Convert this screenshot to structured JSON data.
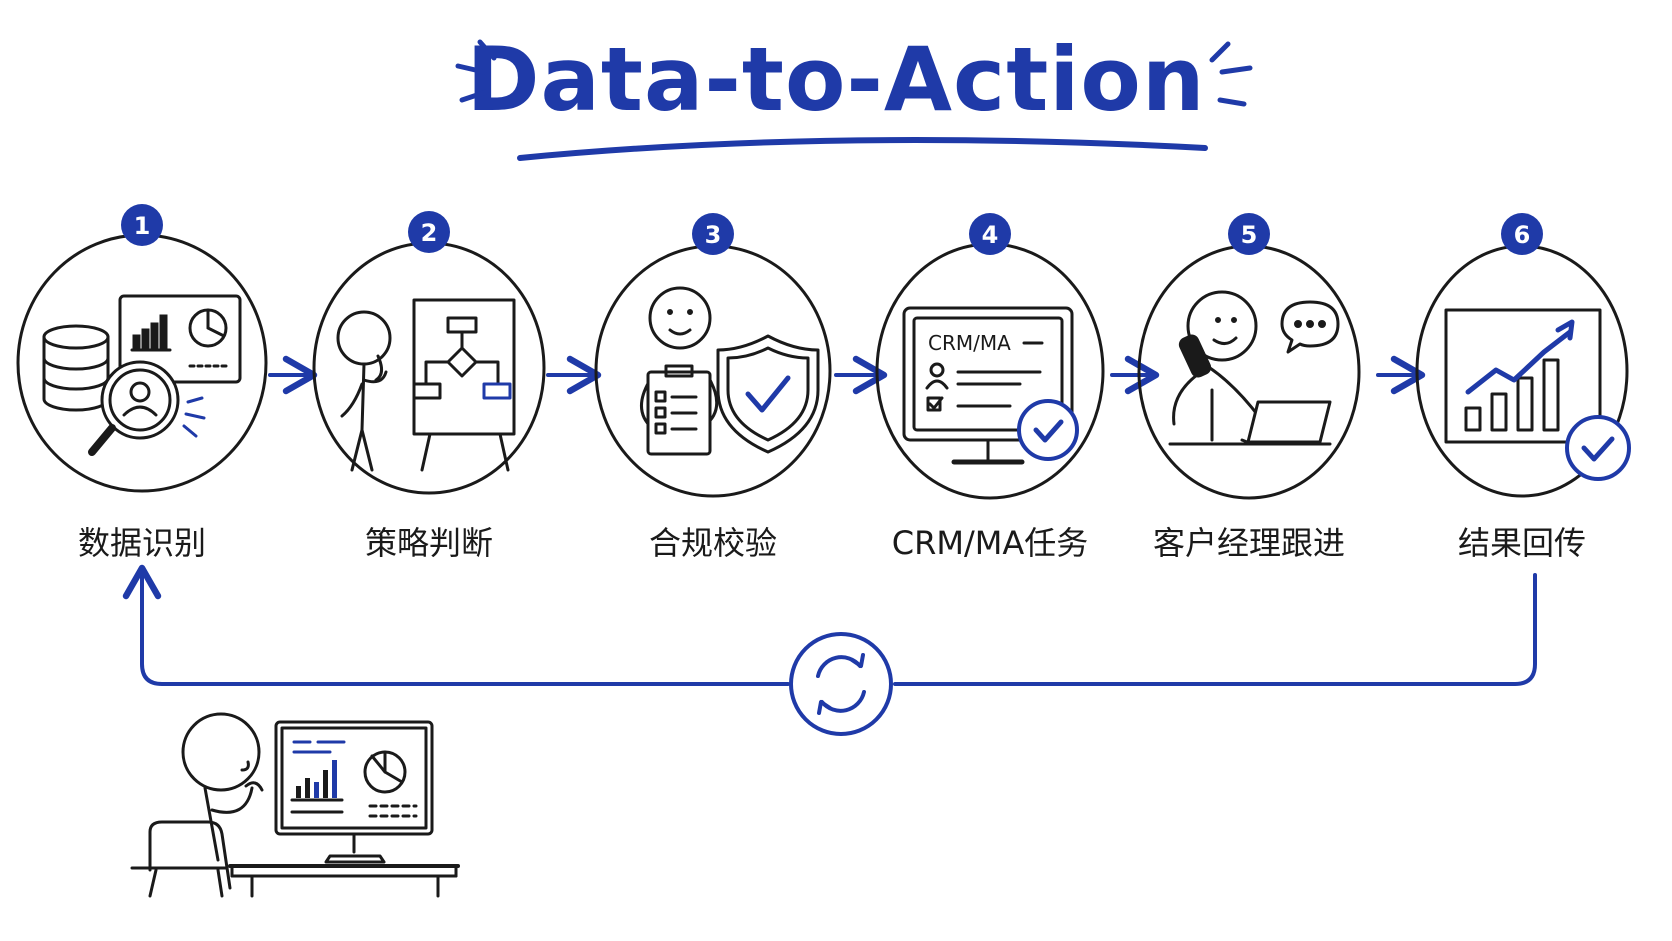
{
  "title": "Data-to-Action",
  "accent_color": "#1f3aa8",
  "ink_color": "#1a1a1a",
  "steps": [
    {
      "number": "1",
      "label": "数据识别",
      "icon": "database-search-icon"
    },
    {
      "number": "2",
      "label": "策略判断",
      "icon": "flowchart-board-icon"
    },
    {
      "number": "3",
      "label": "合规校验",
      "icon": "checklist-shield-icon"
    },
    {
      "number": "4",
      "label": "CRM/MA任务",
      "icon": "crm-monitor-icon",
      "screen_text": "CRM/MA"
    },
    {
      "number": "5",
      "label": "客户经理跟进",
      "icon": "phone-laptop-icon"
    },
    {
      "number": "6",
      "label": "结果回传",
      "icon": "growth-chart-icon"
    }
  ],
  "loop": {
    "icon": "refresh-cycle-icon"
  },
  "footer_figure": {
    "icon": "analyst-at-desk-icon"
  }
}
